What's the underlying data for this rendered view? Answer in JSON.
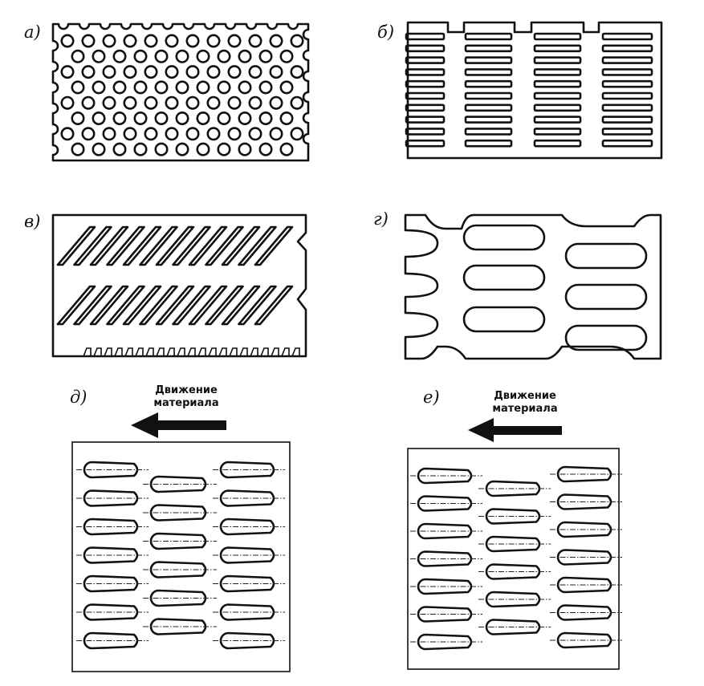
{
  "panels": {
    "a": {
      "label": "а)",
      "type": "round-hole staggered perforation"
    },
    "b": {
      "label": "б)",
      "type": "rectangular slot perforation"
    },
    "v": {
      "label": "в)",
      "type": "inclined slot perforation"
    },
    "g": {
      "label": "г)",
      "type": "oblong slot perforation"
    },
    "d": {
      "label": "д)",
      "motion_line1": "Движение",
      "motion_line2": "материала",
      "type": "teardrop slots, 3 columns"
    },
    "e": {
      "label": "е)",
      "motion_line1": "Движение",
      "motion_line2": "материала",
      "type": "teardrop slots, 3 columns"
    }
  },
  "colors": {
    "ink": "#111111",
    "background": "#ffffff"
  }
}
